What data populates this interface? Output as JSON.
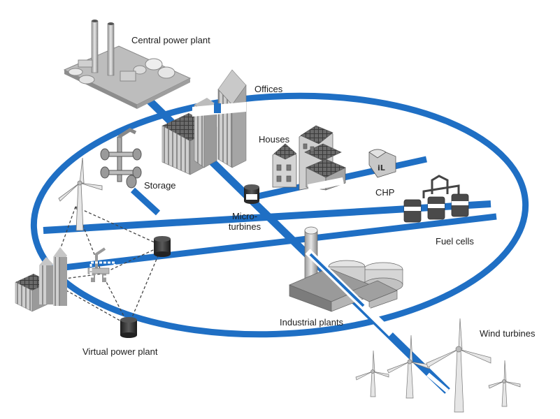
{
  "colors": {
    "grid_blue": "#1f6fc4",
    "building_light": "#d8d8d8",
    "building_mid": "#a9a9a9",
    "building_dark": "#6a6a6a",
    "dark_unit": "#2f2f2f"
  },
  "labels": {
    "central_power_plant": "Central power plant",
    "offices": "Offices",
    "houses": "Houses",
    "storage": "Storage",
    "chp": "CHP",
    "micro_turbines_line1": "Micro-",
    "micro_turbines_line2": "turbines",
    "fuel_cells": "Fuel cells",
    "industrial_plants": "Industrial plants",
    "wind_turbines": "Wind turbines",
    "virtual_power_plant": "Virtual power plant"
  }
}
